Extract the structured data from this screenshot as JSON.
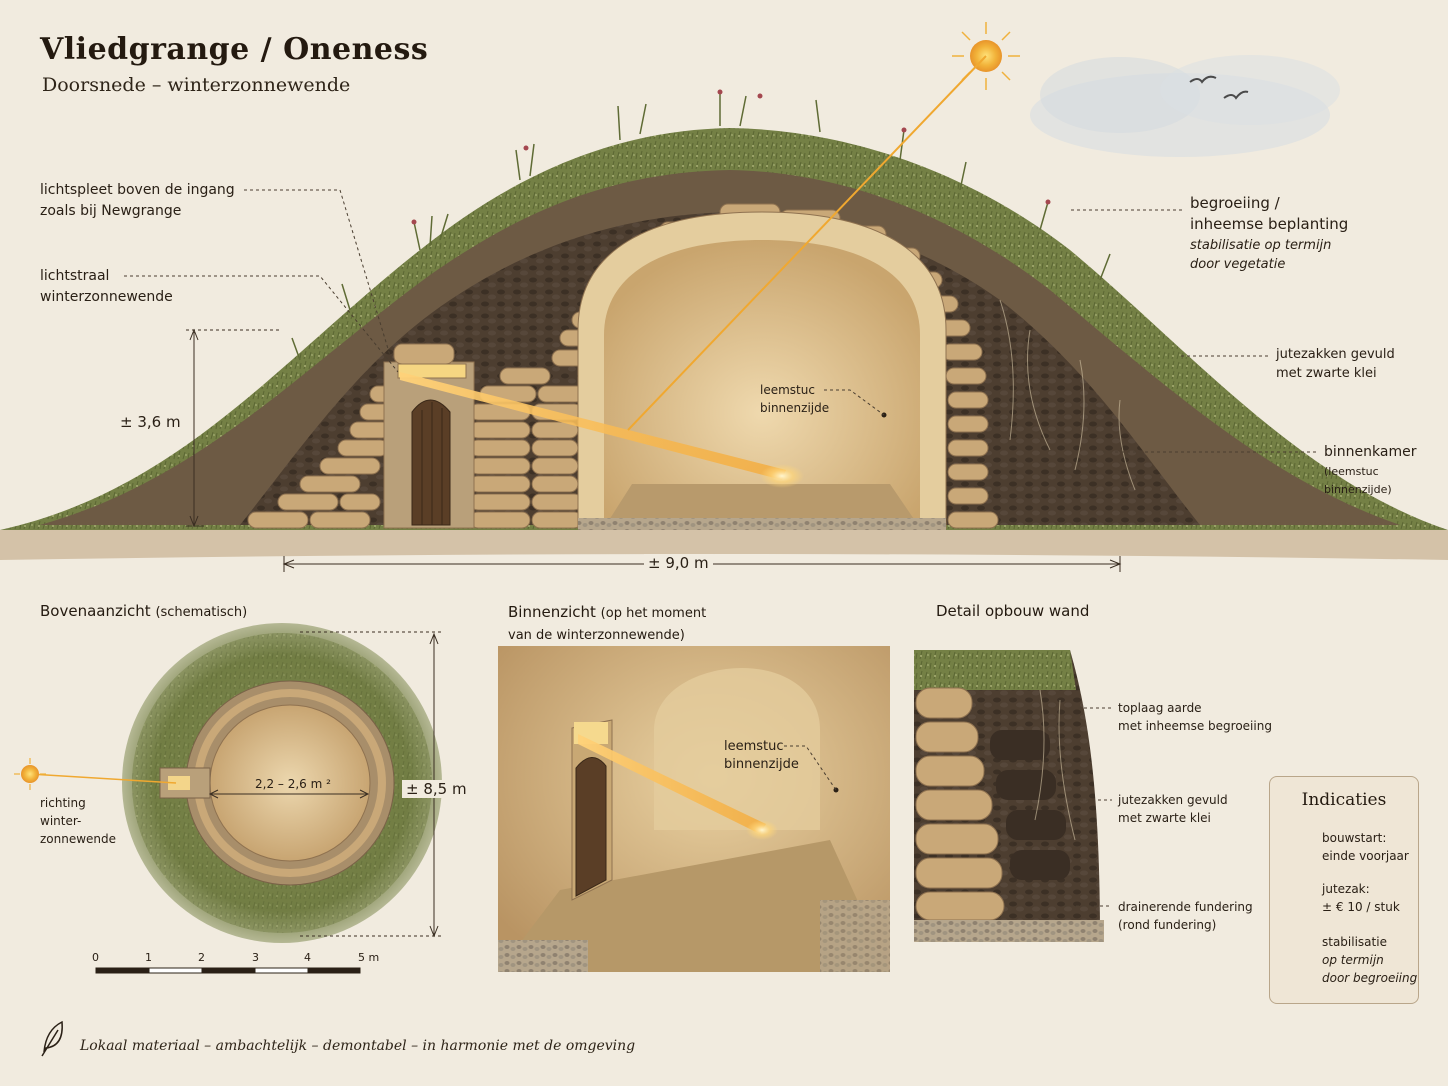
{
  "header": {
    "title": "Vliedgrange  /  Oneness",
    "subtitle": "Doorsnede – winterzonnewende"
  },
  "section_main": {
    "callouts": {
      "light_slit": [
        "lichtspleet boven de ingang",
        "zoals bij Newgrange"
      ],
      "light_beam": [
        "lichtstraal",
        "winterzonnewende"
      ],
      "vegetation": [
        "begroeiing /",
        "inheemse beplanting"
      ],
      "vegetation_note": [
        "stabilisatie op termijn",
        "door vegetatie"
      ],
      "jute_bags": [
        "jutezakken gevuld",
        "met zwarte klei"
      ],
      "inner_chamber": "binnenkamer",
      "inner_chamber_note": "(leemstuc binnenzijde)",
      "stucco": [
        "leemstuc",
        "binnenzijde"
      ]
    },
    "height_dim": "± 3,6 m",
    "width_dim": "± 9,0 m"
  },
  "section_top": {
    "title": "Bovenaanzicht",
    "title_note": "(schematisch)",
    "inner_dim": "2,2 – 2,6 m ²",
    "outer_dim": "± 8,5 m",
    "sun_label": [
      "richting",
      "winter-",
      "zonnewende"
    ],
    "scale_ticks": [
      "0",
      "1",
      "2",
      "3",
      "4",
      "5 m"
    ]
  },
  "section_inside": {
    "title": "Binnenzicht",
    "title_note": [
      "(op het moment",
      "van de winterzonnewende)"
    ],
    "stucco": [
      "leemstuc",
      "binnenzijde"
    ]
  },
  "section_wall": {
    "title": "Detail opbouw wand",
    "topsoil": [
      "toplaag aarde",
      "met inheemse begroeiing"
    ],
    "jute": [
      "jutezakken gevuld",
      "met zwarte klei"
    ],
    "foundation": [
      "drainerende fundering",
      "(rond fundering)"
    ]
  },
  "indications": {
    "title": "Indicaties",
    "items": [
      {
        "icon": "calendar-icon",
        "lines": [
          "bouwstart:",
          "einde voorjaar"
        ]
      },
      {
        "icon": "money-bag-icon",
        "lines": [
          "jutezak:",
          "± € 10 / stuk"
        ]
      },
      {
        "icon": "leaf-icon",
        "lines": [
          "stabilisatie",
          "op termijn",
          "door begroeiing"
        ]
      }
    ]
  },
  "footer": {
    "text": "Lokaal materiaal – ambachtelijk – demontabel – in harmonie met de omgeving"
  },
  "colors": {
    "background": "#f1ebdf",
    "grass": "#7d8a4c",
    "soil": "#4a3a2c",
    "jute": "#c9a878",
    "stucco": "#e2c99a",
    "sunbeam": "#f0a830"
  }
}
